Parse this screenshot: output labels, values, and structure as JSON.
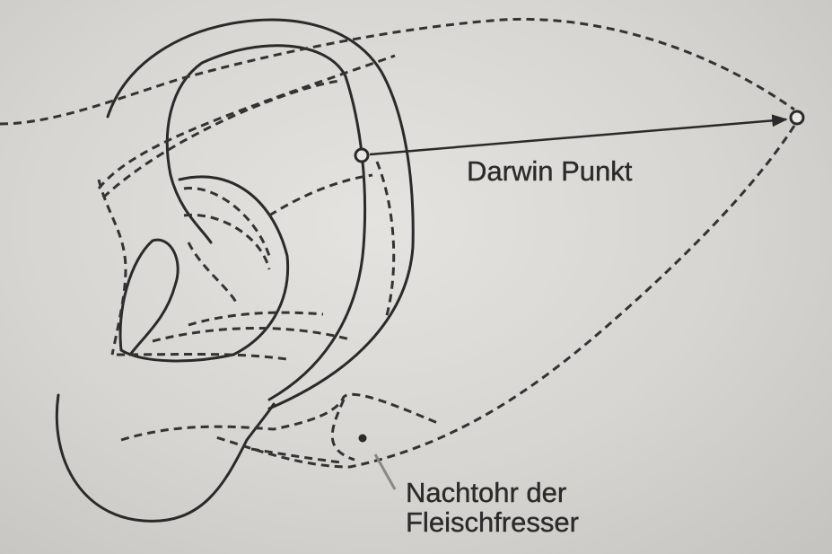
{
  "labels": {
    "darwin_point": "Darwin Punkt",
    "night_ear_line1": "Nachtohr der",
    "night_ear_line2": "Fleischfresser"
  },
  "colors": {
    "paper": "#dcdbd7",
    "ink": "#2a2a2a"
  }
}
